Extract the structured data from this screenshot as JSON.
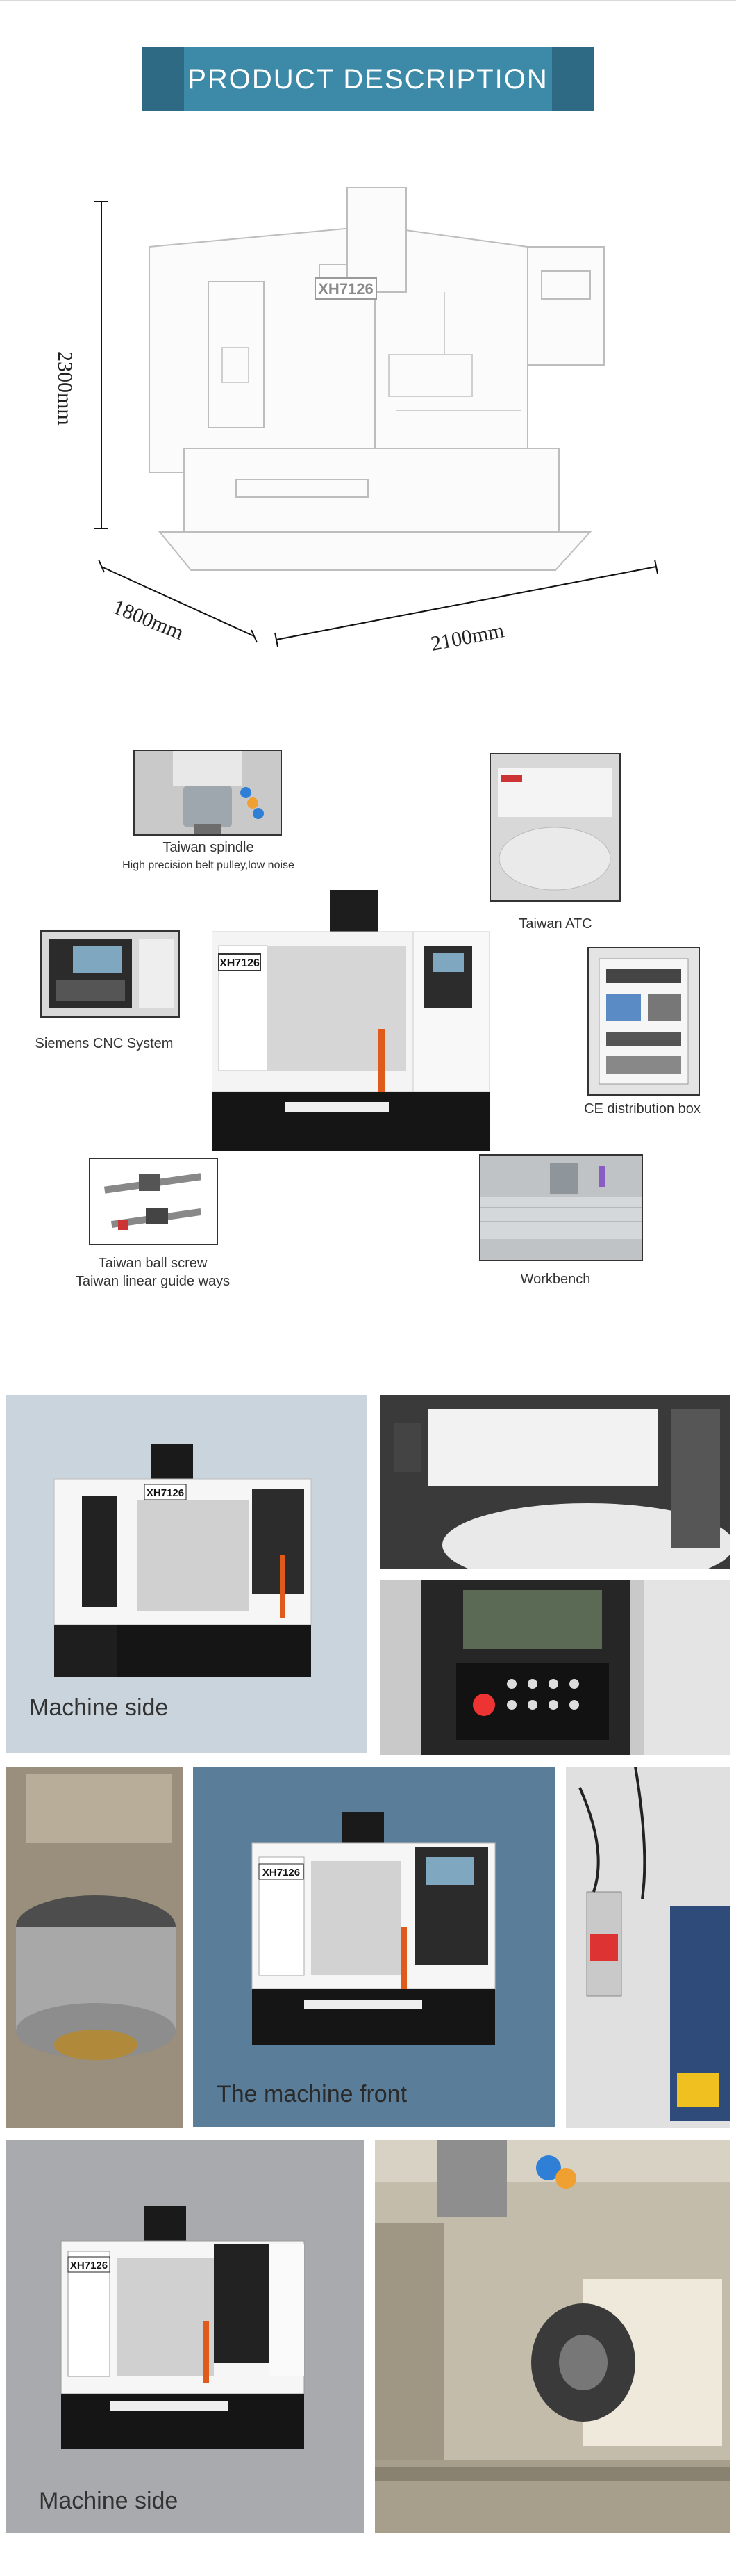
{
  "banner": {
    "title": "PRODUCT DESCRIPTION"
  },
  "dimensions": {
    "height": "2300mm",
    "depth": "1800mm",
    "width": "2100mm"
  },
  "machine": {
    "model": "XH7126"
  },
  "components": {
    "spindle": {
      "title": "Taiwan spindle",
      "subtitle": "High precision belt pulley,low noise"
    },
    "atc": {
      "title": "Taiwan ATC"
    },
    "cnc": {
      "title": "Siemens CNC System"
    },
    "ce_box": {
      "title": "CE distribution box"
    },
    "ball_screw": {
      "title": "Taiwan ball screw",
      "subtitle": "Taiwan linear guide ways"
    },
    "workbench": {
      "title": "Workbench"
    }
  },
  "photos": {
    "side_label_1": "Machine side",
    "front_label": "The machine front",
    "side_label_2": "Machine side"
  },
  "colors": {
    "banner": "#3d8aa8",
    "banner_dark": "#2e6a83",
    "photo_bg_blue": "#5a7d99",
    "photo_bg_grey": "#c9cdd2",
    "safety_orange": "#e05a1c"
  }
}
